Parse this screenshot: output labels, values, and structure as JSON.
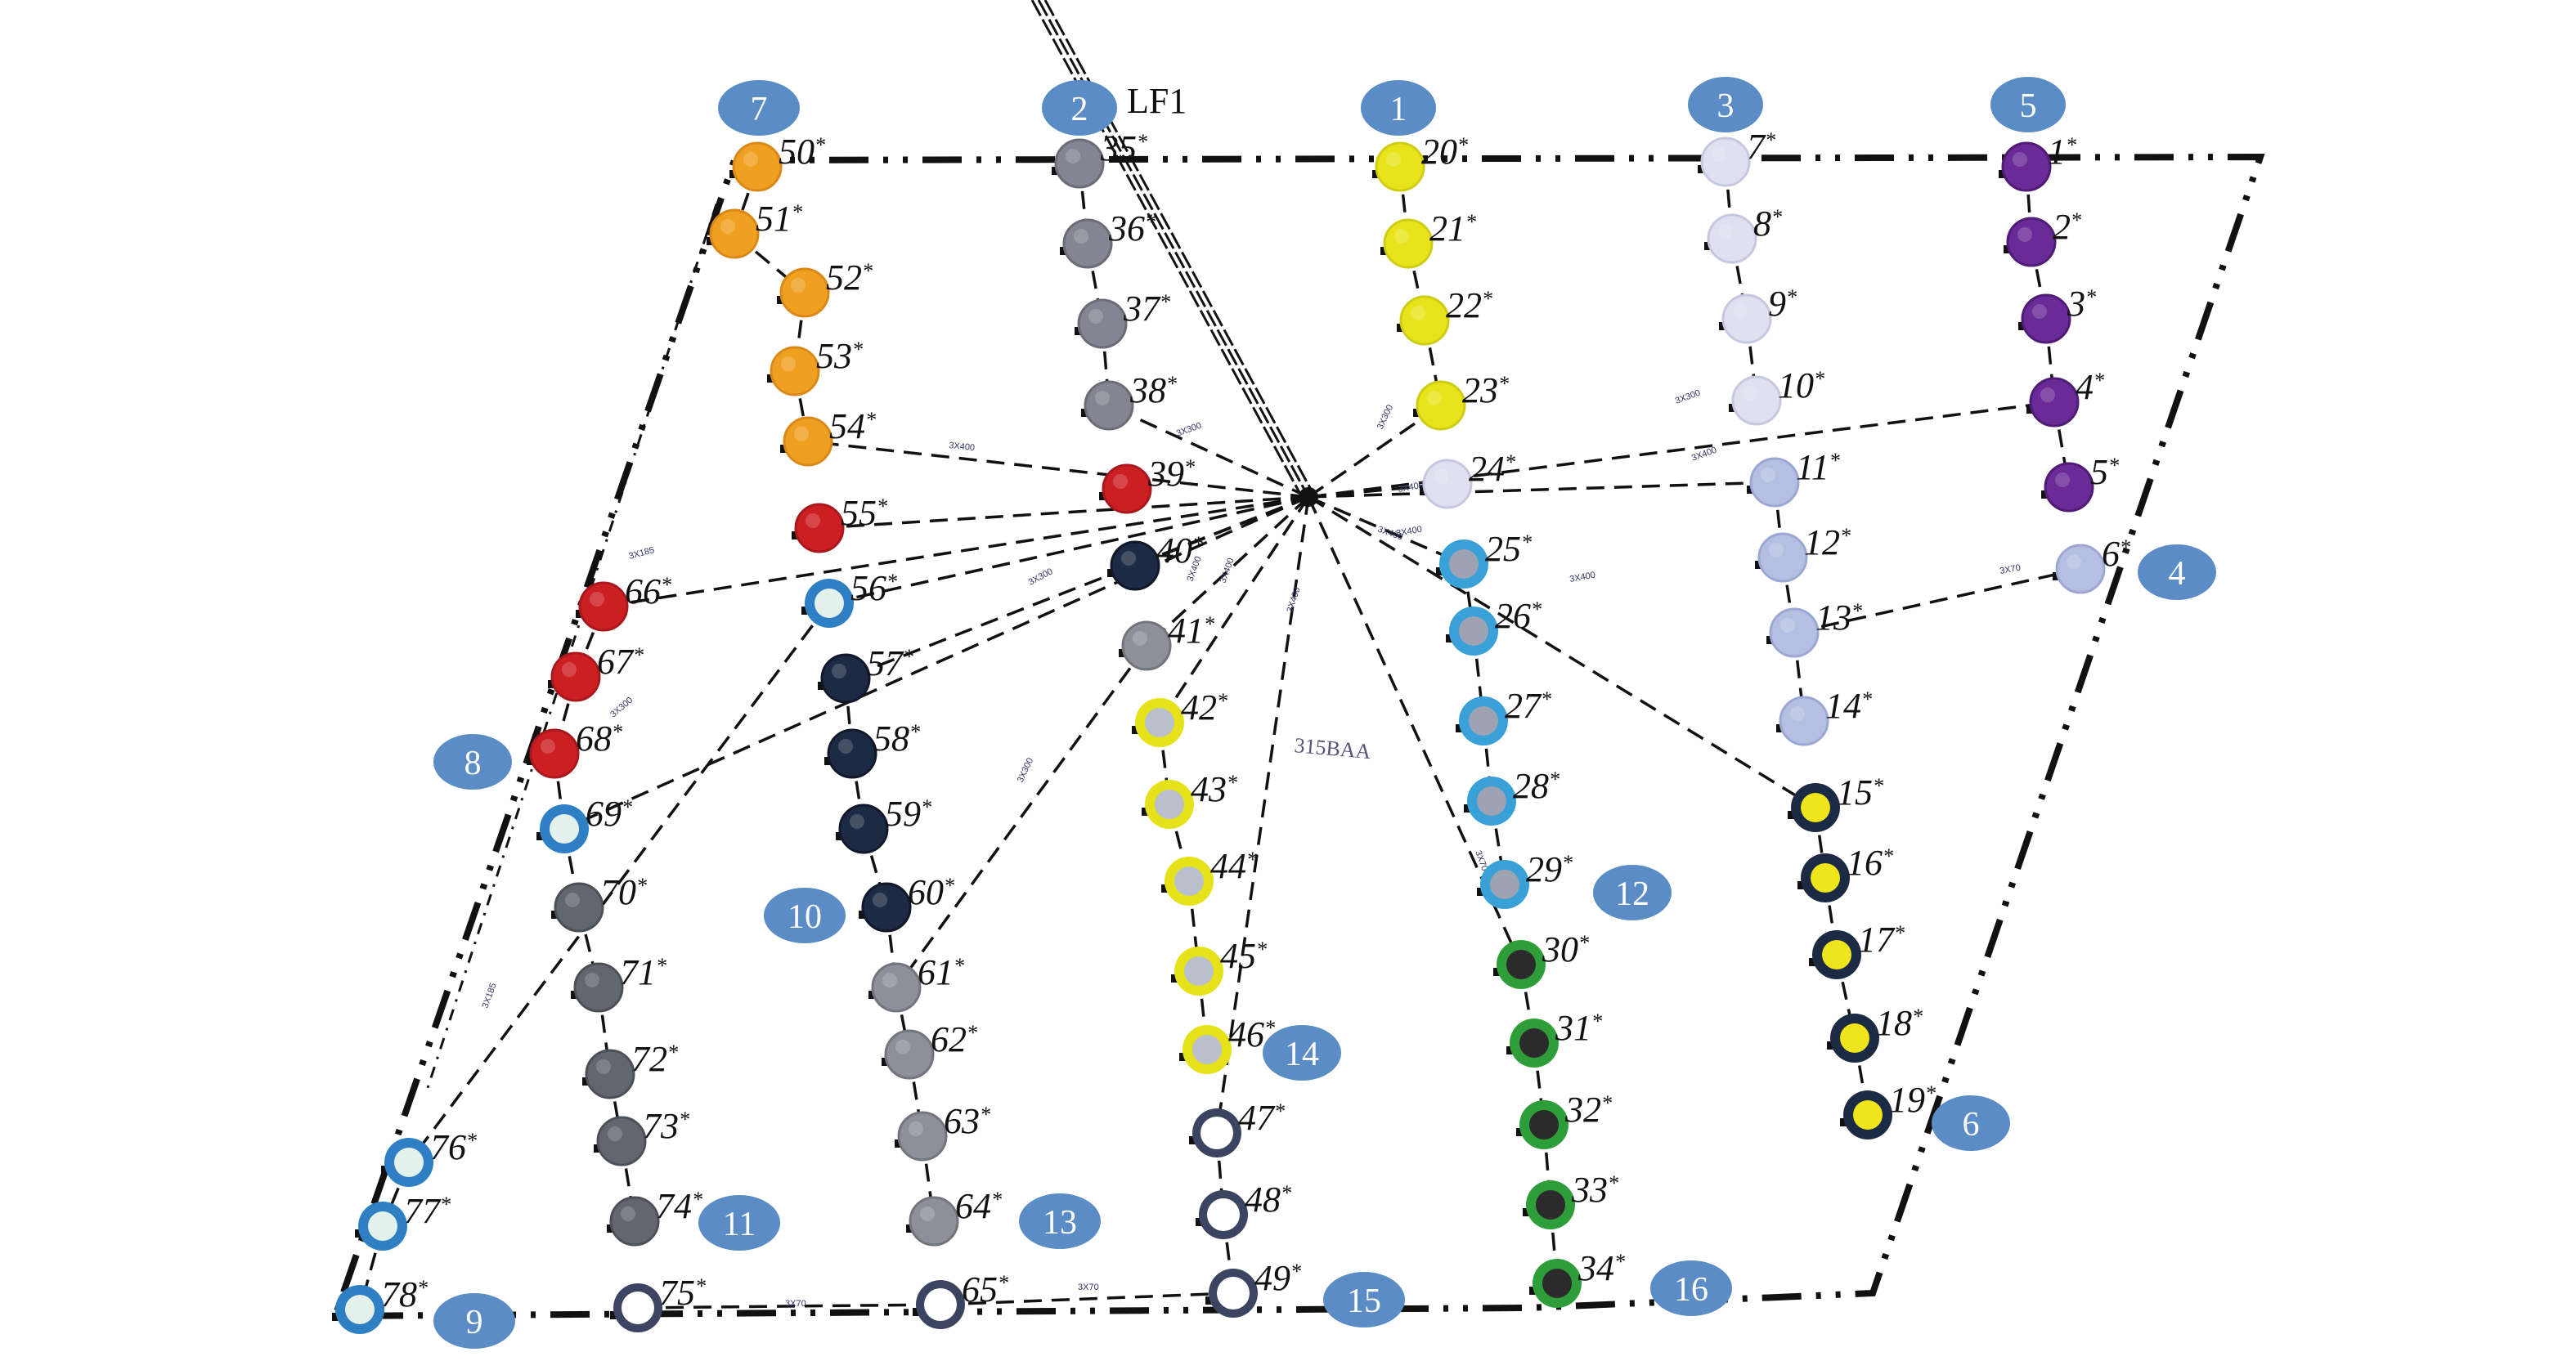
{
  "diagram": {
    "center_label": "LF1",
    "mid_label": "315BAA",
    "colors": {
      "badge": "#5b8cc6",
      "badge_text": "#ffffff",
      "frame": "#111111",
      "line": "#111111",
      "wire_label": "#333366"
    },
    "badges": [
      {
        "id": "b7",
        "label": "7"
      },
      {
        "id": "b2",
        "label": "2"
      },
      {
        "id": "b1",
        "label": "1"
      },
      {
        "id": "b3",
        "label": "3"
      },
      {
        "id": "b5",
        "label": "5"
      },
      {
        "id": "b4",
        "label": "4"
      },
      {
        "id": "b8",
        "label": "8"
      },
      {
        "id": "b10",
        "label": "10"
      },
      {
        "id": "b12",
        "label": "12"
      },
      {
        "id": "b6",
        "label": "6"
      },
      {
        "id": "b14",
        "label": "14"
      },
      {
        "id": "b11",
        "label": "11"
      },
      {
        "id": "b13",
        "label": "13"
      },
      {
        "id": "b9",
        "label": "9"
      },
      {
        "id": "b15",
        "label": "15"
      },
      {
        "id": "b16",
        "label": "16"
      }
    ],
    "wire_labels": [
      "3X400",
      "3X300",
      "3X185",
      "3X300",
      "3X300",
      "3X300",
      "3X400",
      "3X400",
      "3X400",
      "3X300",
      "3X400",
      "3X70",
      "3X70",
      "3X70",
      "3X70",
      "3X185",
      "3X300",
      "3X400",
      "3X400",
      "3X400",
      "3X400"
    ],
    "group_styles": {
      "orange": {
        "fill": "#f0a021",
        "ring": "#d9891a"
      },
      "red": {
        "fill": "#cc1f24",
        "ring": "#a8181c"
      },
      "gray": {
        "fill": "#838690",
        "ring": "#6a6d78"
      },
      "yellow": {
        "fill": "#e8e41c",
        "ring": "#cfcc14"
      },
      "lavender": {
        "fill": "#dfe0f0",
        "ring": "#c6c8e0"
      },
      "purple": {
        "fill": "#6a2a98",
        "ring": "#4f1c75"
      },
      "periwinkle": {
        "fill": "#b4bfe2",
        "ring": "#9ca8d3"
      },
      "navy": {
        "fill": "#1d2a44",
        "ring": "#10182a"
      },
      "slate": {
        "fill": "#62666e",
        "ring": "#4b4f57"
      },
      "lightslate": {
        "fill": "#8d9099",
        "ring": "#72757e"
      },
      "blue_ring": {
        "fill": "#9ea3b3",
        "ring": "#3aa0d8"
      },
      "yellow_ring": {
        "fill": "#b9c0cc",
        "ring": "#e6e21a"
      },
      "white_ring": {
        "fill": "#ffffff",
        "ring": "#3b4460"
      },
      "green_ring": {
        "fill": "#2b2b2b",
        "ring": "#2e9e3a"
      },
      "navy_yellow": {
        "fill": "#efe51c",
        "ring": "#1d2a44"
      },
      "lightblue_ring": {
        "fill": "#e3f1ec",
        "ring": "#2f7fc4"
      }
    },
    "nodes": [
      {
        "label": "1*",
        "style": "purple"
      },
      {
        "label": "2*",
        "style": "purple"
      },
      {
        "label": "3*",
        "style": "purple"
      },
      {
        "label": "4*",
        "style": "purple"
      },
      {
        "label": "5*",
        "style": "purple"
      },
      {
        "label": "6*",
        "style": "periwinkle"
      },
      {
        "label": "7*",
        "style": "lavender"
      },
      {
        "label": "8*",
        "style": "lavender"
      },
      {
        "label": "9*",
        "style": "lavender"
      },
      {
        "label": "10*",
        "style": "lavender"
      },
      {
        "label": "11*",
        "style": "periwinkle"
      },
      {
        "label": "12*",
        "style": "periwinkle"
      },
      {
        "label": "13*",
        "style": "periwinkle"
      },
      {
        "label": "14*",
        "style": "periwinkle"
      },
      {
        "label": "15*",
        "style": "navy_yellow"
      },
      {
        "label": "16*",
        "style": "navy_yellow"
      },
      {
        "label": "17*",
        "style": "navy_yellow"
      },
      {
        "label": "18*",
        "style": "navy_yellow"
      },
      {
        "label": "19*",
        "style": "navy_yellow"
      },
      {
        "label": "20*",
        "style": "yellow"
      },
      {
        "label": "21*",
        "style": "yellow"
      },
      {
        "label": "22*",
        "style": "yellow"
      },
      {
        "label": "23*",
        "style": "yellow"
      },
      {
        "label": "24*",
        "style": "lavender"
      },
      {
        "label": "25*",
        "style": "blue_ring"
      },
      {
        "label": "26*",
        "style": "blue_ring"
      },
      {
        "label": "27*",
        "style": "blue_ring"
      },
      {
        "label": "28*",
        "style": "blue_ring"
      },
      {
        "label": "29*",
        "style": "blue_ring"
      },
      {
        "label": "30*",
        "style": "green_ring"
      },
      {
        "label": "31*",
        "style": "green_ring"
      },
      {
        "label": "32*",
        "style": "green_ring"
      },
      {
        "label": "33*",
        "style": "green_ring"
      },
      {
        "label": "34*",
        "style": "green_ring"
      },
      {
        "label": "35*",
        "style": "gray"
      },
      {
        "label": "36*",
        "style": "gray"
      },
      {
        "label": "37*",
        "style": "gray"
      },
      {
        "label": "38*",
        "style": "gray"
      },
      {
        "label": "39*",
        "style": "red"
      },
      {
        "label": "40*",
        "style": "navy"
      },
      {
        "label": "41*",
        "style": "lightslate"
      },
      {
        "label": "42*",
        "style": "yellow_ring"
      },
      {
        "label": "43*",
        "style": "yellow_ring"
      },
      {
        "label": "44*",
        "style": "yellow_ring"
      },
      {
        "label": "45*",
        "style": "yellow_ring"
      },
      {
        "label": "46*",
        "style": "yellow_ring"
      },
      {
        "label": "47*",
        "style": "white_ring"
      },
      {
        "label": "48*",
        "style": "white_ring"
      },
      {
        "label": "49*",
        "style": "white_ring"
      },
      {
        "label": "50*",
        "style": "orange"
      },
      {
        "label": "51*",
        "style": "orange"
      },
      {
        "label": "52*",
        "style": "orange"
      },
      {
        "label": "53*",
        "style": "orange"
      },
      {
        "label": "54*",
        "style": "orange"
      },
      {
        "label": "55*",
        "style": "red"
      },
      {
        "label": "56*",
        "style": "lightblue_ring"
      },
      {
        "label": "57*",
        "style": "navy"
      },
      {
        "label": "58*",
        "style": "navy"
      },
      {
        "label": "59*",
        "style": "navy"
      },
      {
        "label": "60*",
        "style": "navy"
      },
      {
        "label": "61*",
        "style": "lightslate"
      },
      {
        "label": "62*",
        "style": "lightslate"
      },
      {
        "label": "63*",
        "style": "lightslate"
      },
      {
        "label": "64*",
        "style": "lightslate"
      },
      {
        "label": "65*",
        "style": "white_ring"
      },
      {
        "label": "66*",
        "style": "red"
      },
      {
        "label": "67*",
        "style": "red"
      },
      {
        "label": "68*",
        "style": "red"
      },
      {
        "label": "69*",
        "style": "lightblue_ring"
      },
      {
        "label": "70*",
        "style": "slate"
      },
      {
        "label": "71*",
        "style": "slate"
      },
      {
        "label": "72*",
        "style": "slate"
      },
      {
        "label": "73*",
        "style": "slate"
      },
      {
        "label": "74*",
        "style": "slate"
      },
      {
        "label": "75*",
        "style": "white_ring"
      },
      {
        "label": "76*",
        "style": "lightblue_ring"
      },
      {
        "label": "77*",
        "style": "lightblue_ring"
      },
      {
        "label": "78*",
        "style": "lightblue_ring"
      }
    ]
  }
}
